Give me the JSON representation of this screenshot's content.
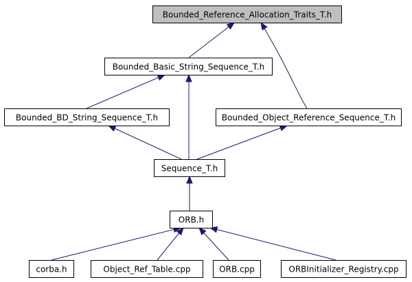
{
  "graph": {
    "edge_color": "#191970",
    "root_fill": "#bfbfbf",
    "nodes": [
      {
        "id": "n_bra",
        "label": "Bounded_Reference_Allocation_Traits_T.h",
        "name": "node-bounded-reference-allocation-traits"
      },
      {
        "id": "n_bbss",
        "label": "Bounded_Basic_String_Sequence_T.h",
        "name": "node-bounded-basic-string-sequence"
      },
      {
        "id": "n_bbd",
        "label": "Bounded_BD_String_Sequence_T.h",
        "name": "node-bounded-bd-string-sequence"
      },
      {
        "id": "n_bors",
        "label": "Bounded_Object_Reference_Sequence_T.h",
        "name": "node-bounded-object-reference-sequence"
      },
      {
        "id": "n_seq",
        "label": "Sequence_T.h",
        "name": "node-sequence"
      },
      {
        "id": "n_orb",
        "label": "ORB.h",
        "name": "node-orb-h"
      },
      {
        "id": "n_corba",
        "label": "corba.h",
        "name": "node-corba"
      },
      {
        "id": "n_ort",
        "label": "Object_Ref_Table.cpp",
        "name": "node-object-ref-table"
      },
      {
        "id": "n_orbcpp",
        "label": "ORB.cpp",
        "name": "node-orb-cpp"
      },
      {
        "id": "n_orbir",
        "label": "ORBInitializer_Registry.cpp",
        "name": "node-orbinitializer-registry"
      }
    ],
    "edges": [
      {
        "from": "n_bbss",
        "to": "n_bra"
      },
      {
        "from": "n_bors",
        "to": "n_bra"
      },
      {
        "from": "n_bbd",
        "to": "n_bbss"
      },
      {
        "from": "n_seq",
        "to": "n_bbss"
      },
      {
        "from": "n_seq",
        "to": "n_bbd"
      },
      {
        "from": "n_seq",
        "to": "n_bors"
      },
      {
        "from": "n_orb",
        "to": "n_seq"
      },
      {
        "from": "n_corba",
        "to": "n_orb"
      },
      {
        "from": "n_ort",
        "to": "n_orb"
      },
      {
        "from": "n_orbcpp",
        "to": "n_orb"
      },
      {
        "from": "n_orbir",
        "to": "n_orb"
      }
    ]
  }
}
